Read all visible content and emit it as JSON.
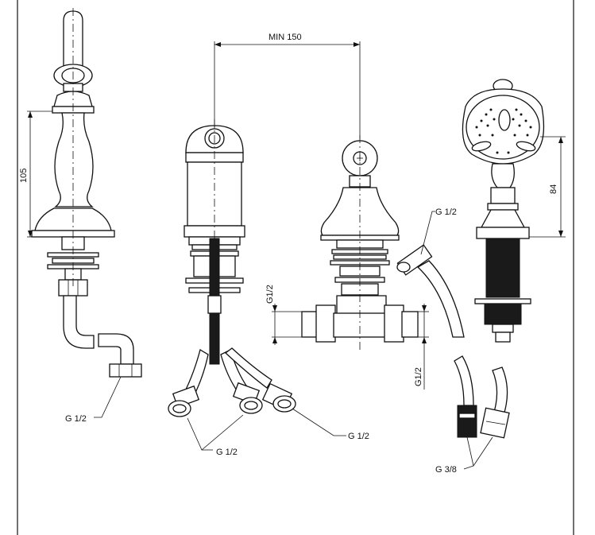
{
  "dimensions": {
    "spacing": "MIN 150",
    "spout_height": "105",
    "handshower_height": "84",
    "connector_height_a": "G1/2",
    "connector_height_b": "G1/2"
  },
  "labels": {
    "spout_connector": "G 1/2",
    "valve_connectors": "G 1/2",
    "diverter_connector": "G 1/2",
    "hose_connector": "G 1/2",
    "hose_ends": "G 3/8"
  }
}
